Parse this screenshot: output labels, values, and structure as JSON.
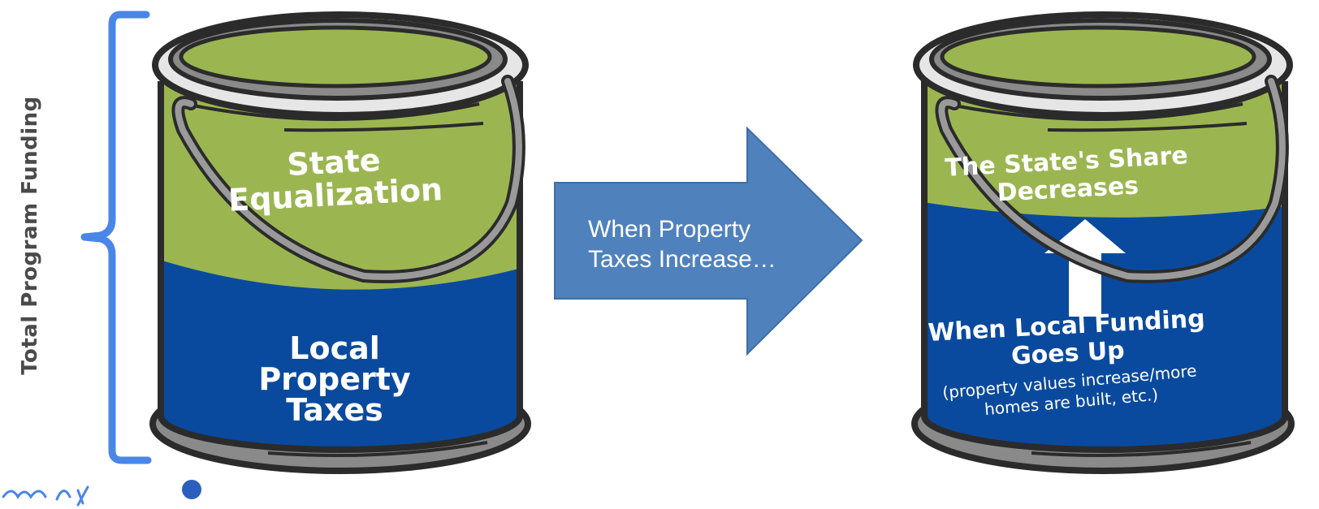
{
  "side_label": "Total Program Funding",
  "arrow": {
    "line1": "When Property",
    "line2": "Taxes Increase…"
  },
  "left_can": {
    "top_label": [
      "State",
      "Equalization"
    ],
    "bottom_label": [
      "Local",
      "Property",
      "Taxes"
    ]
  },
  "right_can": {
    "top_label": [
      "The State's Share",
      "Decreases"
    ],
    "bottom_title": [
      "When Local Funding",
      "Goes Up"
    ],
    "bottom_note": [
      "(property values increase/more",
      "homes are built, etc.)"
    ]
  },
  "colors": {
    "green": "#9bb651",
    "blue": "#0a4a9e",
    "arrow": "#4f81bd",
    "bracket": "#4a86e8",
    "outline": "#2b2b2b",
    "metal": "#8c8c8c"
  }
}
